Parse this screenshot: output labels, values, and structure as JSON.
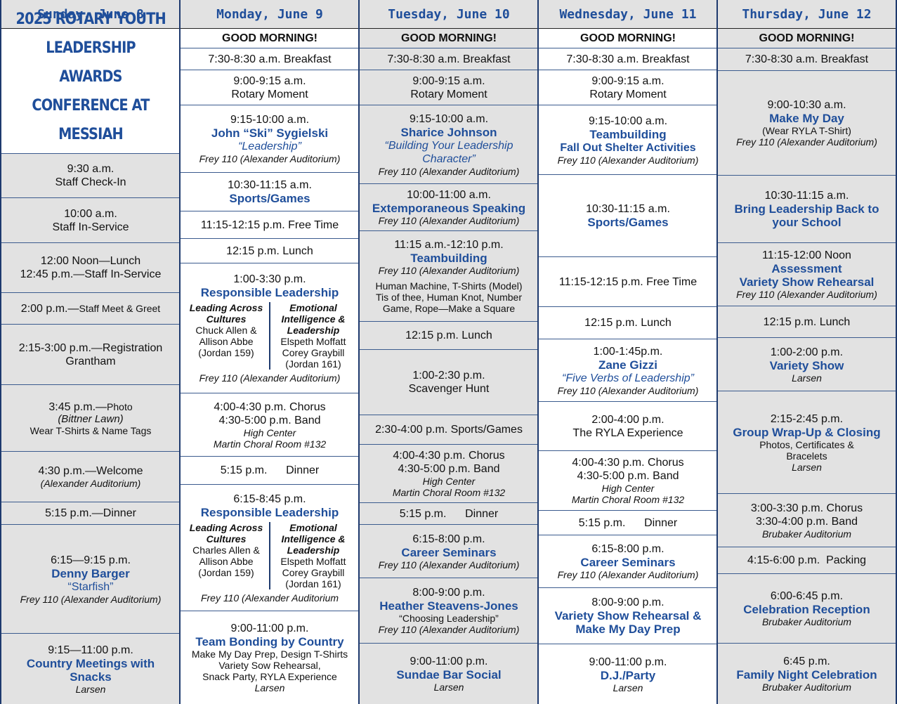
{
  "days": [
    {
      "name": "Sunday, June 8"
    },
    {
      "name": "Monday, June 9"
    },
    {
      "name": "Tuesday, June 10"
    },
    {
      "name": "Wednesday, June 11"
    },
    {
      "name": "Thursday, June 12"
    }
  ],
  "sunday": {
    "title": [
      "2025 ROTARY YOUTH",
      "LEADERSHIP AWARDS",
      "CONFERENCE AT",
      "MESSIAH UNIVERSITY"
    ],
    "checkin": [
      "9:30 a.m.",
      "Staff Check-In"
    ],
    "inservice": [
      "10:00 a.m.",
      "Staff In-Service"
    ],
    "lunch": [
      "12:00 Noon—Lunch",
      "12:45 p.m.—Staff In-Service"
    ],
    "meet": [
      "2:00 p.m.—",
      "Staff Meet & Greet"
    ],
    "registration": [
      "2:15-3:00 p.m.—Registration",
      "Grantham"
    ],
    "photo": [
      "3:45 p.m.—",
      "Photo",
      "(Bittner Lawn)",
      "Wear T-Shirts & Name Tags"
    ],
    "welcome": [
      "4:30 p.m.—Welcome",
      "(Alexander Auditorium)"
    ],
    "dinner": "5:15 p.m.—Dinner",
    "denny": [
      "6:15—9:15 p.m.",
      "Denny Barger",
      "“Starfish”",
      "Frey 110 (Alexander Auditorium)"
    ],
    "country": [
      "9:15—11:00 p.m.",
      "Country Meetings with",
      "Snacks",
      "Larsen"
    ]
  },
  "good_morning": "GOOD MORNING!",
  "breakfast": "7:30-8:30 a.m. Breakfast",
  "rotary_moment": [
    "9:00-9:15 a.m.",
    "Rotary Moment"
  ],
  "monday": {
    "ski": [
      "9:15-10:00 a.m.",
      "John “Ski” Sygielski",
      "“Leadership”",
      "Frey 110 (Alexander Auditorium)"
    ],
    "sports": [
      "10:30-11:15 a.m.",
      "Sports/Games"
    ],
    "free": "11:15-12:15 p.m. Free Time",
    "lunch": "12:15 p.m. Lunch",
    "rl1": {
      "time": "1:00-3:30 p.m.",
      "title": "Responsible Leadership",
      "left": [
        "Leading Across",
        "Cultures",
        "Chuck Allen &",
        "Allison Abbe",
        "(Jordan 159)"
      ],
      "right": [
        "Emotional",
        "Intelligence &",
        "Leadership",
        "Elspeth Moffatt",
        "Corey Graybill",
        "(Jordan 161)"
      ],
      "loc": "Frey 110 (Alexander Auditorium)"
    },
    "chorus": [
      "4:00-4:30 p.m. Chorus",
      "4:30-5:00 p.m. Band",
      "High Center",
      "Martin Choral Room #132"
    ],
    "dinner": "5:15 p.m.      Dinner",
    "rl2": {
      "time": "6:15-8:45 p.m.",
      "title": "Responsible Leadership",
      "left": [
        "Leading Across",
        "Cultures",
        "Charles Allen &",
        "Allison Abbe",
        "(Jordan 159)"
      ],
      "right": [
        "Emotional",
        "Intelligence &",
        "Leadership",
        "Elspeth Moffatt",
        "Corey Graybill",
        "(Jordan 161)"
      ],
      "loc": "Frey 110 (Alexander Auditorium"
    },
    "bonding": [
      "9:00-11:00 p.m.",
      "Team Bonding by Country",
      "Make My Day Prep, Design T-Shirts",
      "Variety Sow Rehearsal,",
      "Snack Party, RYLA Experience",
      "Larsen"
    ]
  },
  "tuesday": {
    "sharice": [
      "9:15-10:00 a.m.",
      "Sharice Johnson",
      "“Building Your Leadership",
      "Character”",
      "Frey 110 (Alexander Auditorium)"
    ],
    "extemp": [
      "10:00-11:00 a.m.",
      "Extemporaneous Speaking",
      "Frey 110 (Alexander Auditorium)"
    ],
    "team": [
      "11:15 a.m.-12:10 p.m.",
      "Teambuilding",
      "Frey 110 (Alexander Auditorium)",
      "Human Machine, T-Shirts (Model)",
      "Tis of thee, Human Knot, Number",
      "Game, Rope—Make a Square"
    ],
    "lunch": "12:15 p.m. Lunch",
    "hunt": [
      "1:00-2:30 p.m.",
      "Scavenger Hunt"
    ],
    "sports": "2:30-4:00 p.m. Sports/Games",
    "chorus": [
      "4:00-4:30 p.m. Chorus",
      "4:30-5:00 p.m. Band",
      "High Center",
      "Martin Choral Room #132"
    ],
    "dinner": "5:15 p.m.      Dinner",
    "career": [
      "6:15-8:00 p.m.",
      "Career Seminars",
      "Frey 110 (Alexander Auditorium)"
    ],
    "heather": [
      "8:00-9:00 p.m.",
      "Heather Steavens-Jones",
      "“Choosing Leadership”",
      "Frey 110 (Alexander Auditorium)"
    ],
    "sundae": [
      "9:00-11:00 p.m.",
      "Sundae Bar Social",
      "Larsen"
    ]
  },
  "wednesday": {
    "team": [
      "9:15-10:00 a.m.",
      "Teambuilding",
      "Fall Out Shelter Activities",
      "Frey 110 (Alexander Auditorium)"
    ],
    "sports": [
      "10:30-11:15 a.m.",
      "Sports/Games"
    ],
    "free": "11:15-12:15 p.m. Free Time",
    "lunch": "12:15 p.m. Lunch",
    "zane": [
      "1:00-1:45p.m.",
      "Zane Gizzi",
      "“Five Verbs of Leadership”",
      "Frey 110 (Alexander Auditorium)"
    ],
    "ryla": [
      "2:00-4:00 p.m.",
      "The RYLA Experience"
    ],
    "chorus": [
      "4:00-4:30 p.m. Chorus",
      "4:30-5:00 p.m. Band",
      "High Center",
      "Martin Choral Room #132"
    ],
    "dinner": "5:15 p.m.      Dinner",
    "career": [
      "6:15-8:00 p.m.",
      "Career Seminars",
      "Frey 110 (Alexander Auditorium)"
    ],
    "variety": [
      "8:00-9:00 p.m.",
      "Variety Show Rehearsal &",
      "Make My Day Prep"
    ],
    "dj": [
      "9:00-11:00 p.m.",
      "D.J./Party",
      "Larsen"
    ]
  },
  "thursday": {
    "makeday": [
      "9:00-10:30 a.m.",
      "Make My Day",
      "(Wear RYLA T-Shirt)",
      "Frey 110 (Alexander Auditorium)"
    ],
    "bring": [
      "10:30-11:15 a.m.",
      "Bring Leadership Back to",
      "your School"
    ],
    "assess": [
      "11:15-12:00 Noon",
      "Assessment",
      "Variety Show Rehearsal",
      "Frey 110 (Alexander Auditorium)"
    ],
    "lunch": "12:15 p.m. Lunch",
    "variety": [
      "1:00-2:00 p.m.",
      "Variety Show",
      "Larsen"
    ],
    "wrap": [
      "2:15-2:45 p.m.",
      "Group Wrap-Up & Closing",
      "Photos, Certificates &",
      "Bracelets",
      "Larsen"
    ],
    "chorus": [
      "3:00-3:30 p.m. Chorus",
      "3:30-4:00 p.m. Band",
      "Brubaker Auditorium"
    ],
    "packing": "4:15-6:00 p.m.  Packing",
    "reception": [
      "6:00-6:45 p.m.",
      "Celebration Reception",
      "Brubaker Auditorium"
    ],
    "family": [
      "6:45 p.m.",
      "Family Night Celebration",
      "Brubaker Auditorium"
    ]
  }
}
